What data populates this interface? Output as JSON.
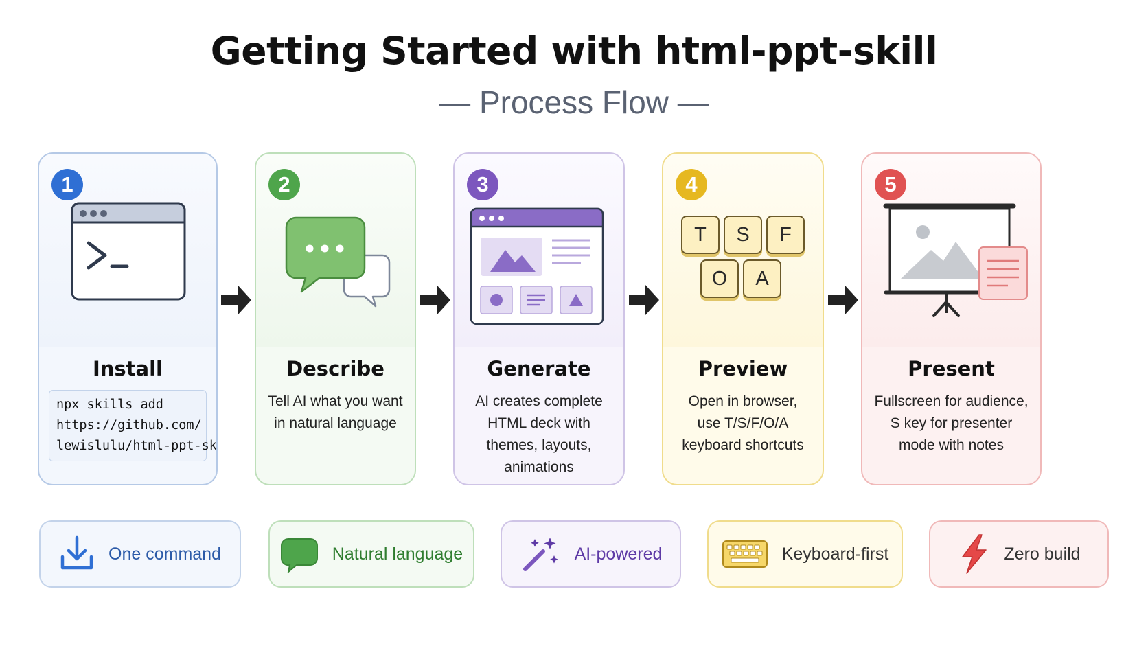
{
  "title": "Getting Started with html-ppt-skill",
  "subtitle": "— Process Flow —",
  "steps": [
    {
      "number": "1",
      "title": "Install",
      "code": "npx skills add\nhttps://github.com/\nlewislulu/html-ppt-skill",
      "color": "#2f6fd4"
    },
    {
      "number": "2",
      "title": "Describe",
      "description": "Tell AI what you want\nin natural language",
      "color": "#4ea54b"
    },
    {
      "number": "3",
      "title": "Generate",
      "description": "AI creates complete\nHTML deck with\nthemes, layouts,\nanimations",
      "color": "#7c57be"
    },
    {
      "number": "4",
      "title": "Preview",
      "description": "Open in browser,\nuse T/S/F/O/A\nkeyboard shortcuts",
      "color": "#e6b820",
      "keys": [
        "T",
        "S",
        "F",
        "O",
        "A"
      ]
    },
    {
      "number": "5",
      "title": "Present",
      "description": "Fullscreen for audience,\nS key for presenter\nmode with notes",
      "color": "#e05252"
    }
  ],
  "features": [
    {
      "label": "One command",
      "icon": "download-icon",
      "color": "#2b5aa8"
    },
    {
      "label": "Natural language",
      "icon": "chat-bubble-icon",
      "color": "#2f7d2f"
    },
    {
      "label": "AI-powered",
      "icon": "magic-wand-icon",
      "color": "#5e3aa6"
    },
    {
      "label": "Keyboard-first",
      "icon": "keyboard-icon",
      "color": "#333333"
    },
    {
      "label": "Zero build",
      "icon": "lightning-icon",
      "color": "#333333"
    }
  ]
}
